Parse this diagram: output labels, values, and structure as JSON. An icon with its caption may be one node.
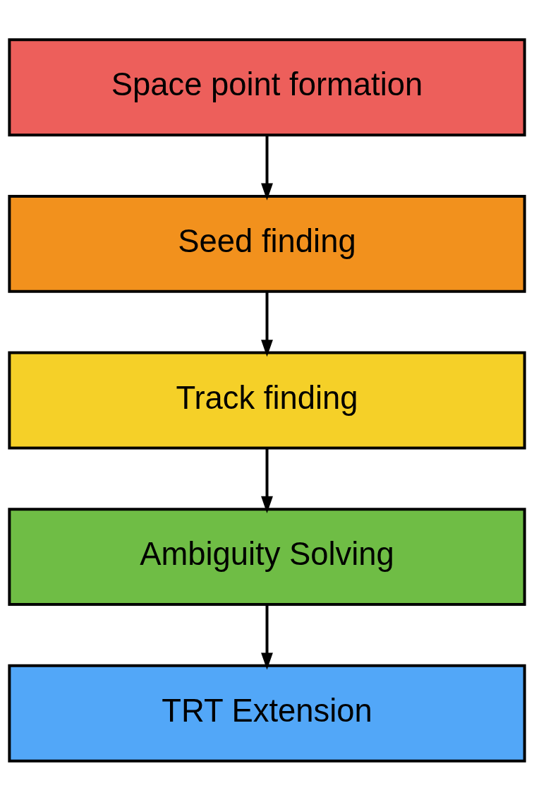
{
  "diagram": {
    "nodes": [
      {
        "text": [
          "Space point formation"
        ]
      },
      {
        "text": [
          "Seed finding"
        ]
      },
      {
        "text": [
          "Track finding"
        ]
      },
      {
        "text": [
          "Ambiguity Solving"
        ]
      },
      {
        "text": [
          "TRT Extension"
        ]
      }
    ],
    "edges": [
      {
        "from": 0,
        "to": 1,
        "arrow": "to"
      },
      {
        "from": 1,
        "to": 2,
        "arrow": "to"
      },
      {
        "from": 2,
        "to": 3,
        "arrow": "to"
      },
      {
        "from": 3,
        "to": 4,
        "arrow": "to"
      }
    ]
  }
}
